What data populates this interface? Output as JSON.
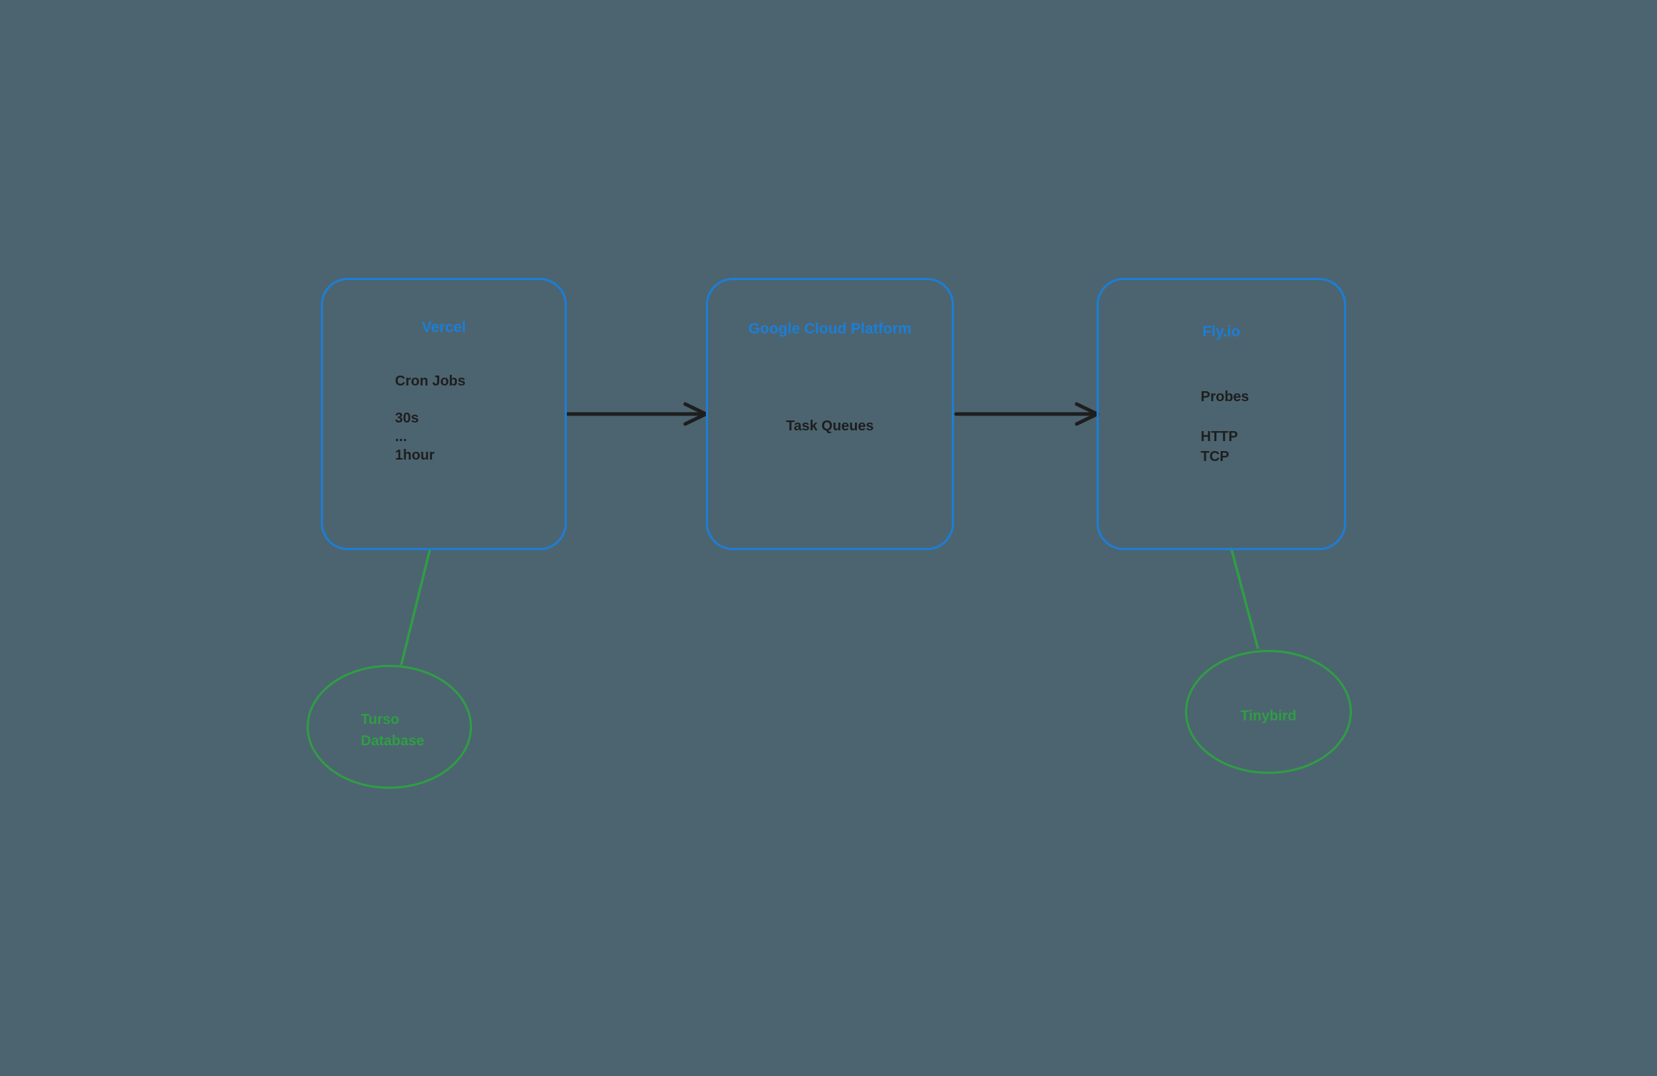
{
  "colors": {
    "background": "#4c6470",
    "box_border": "#1c7ed6",
    "title": "#1c7ed6",
    "text": "#1e1e1e",
    "green": "#2f9e44",
    "arrow": "#1e1e1e"
  },
  "diagram": {
    "boxes": [
      {
        "title": "Vercel",
        "lines": [
          "Cron Jobs",
          "",
          "30s",
          "...",
          "1hour"
        ]
      },
      {
        "title": "Google Cloud Platform",
        "lines": [
          "Task Queues"
        ]
      },
      {
        "title": "Fly.io",
        "lines": [
          "Probes",
          "",
          "HTTP",
          "TCP"
        ]
      }
    ],
    "ellipses": [
      {
        "lines": [
          "Turso",
          "Database"
        ]
      },
      {
        "lines": [
          "Tinybird"
        ]
      }
    ]
  }
}
